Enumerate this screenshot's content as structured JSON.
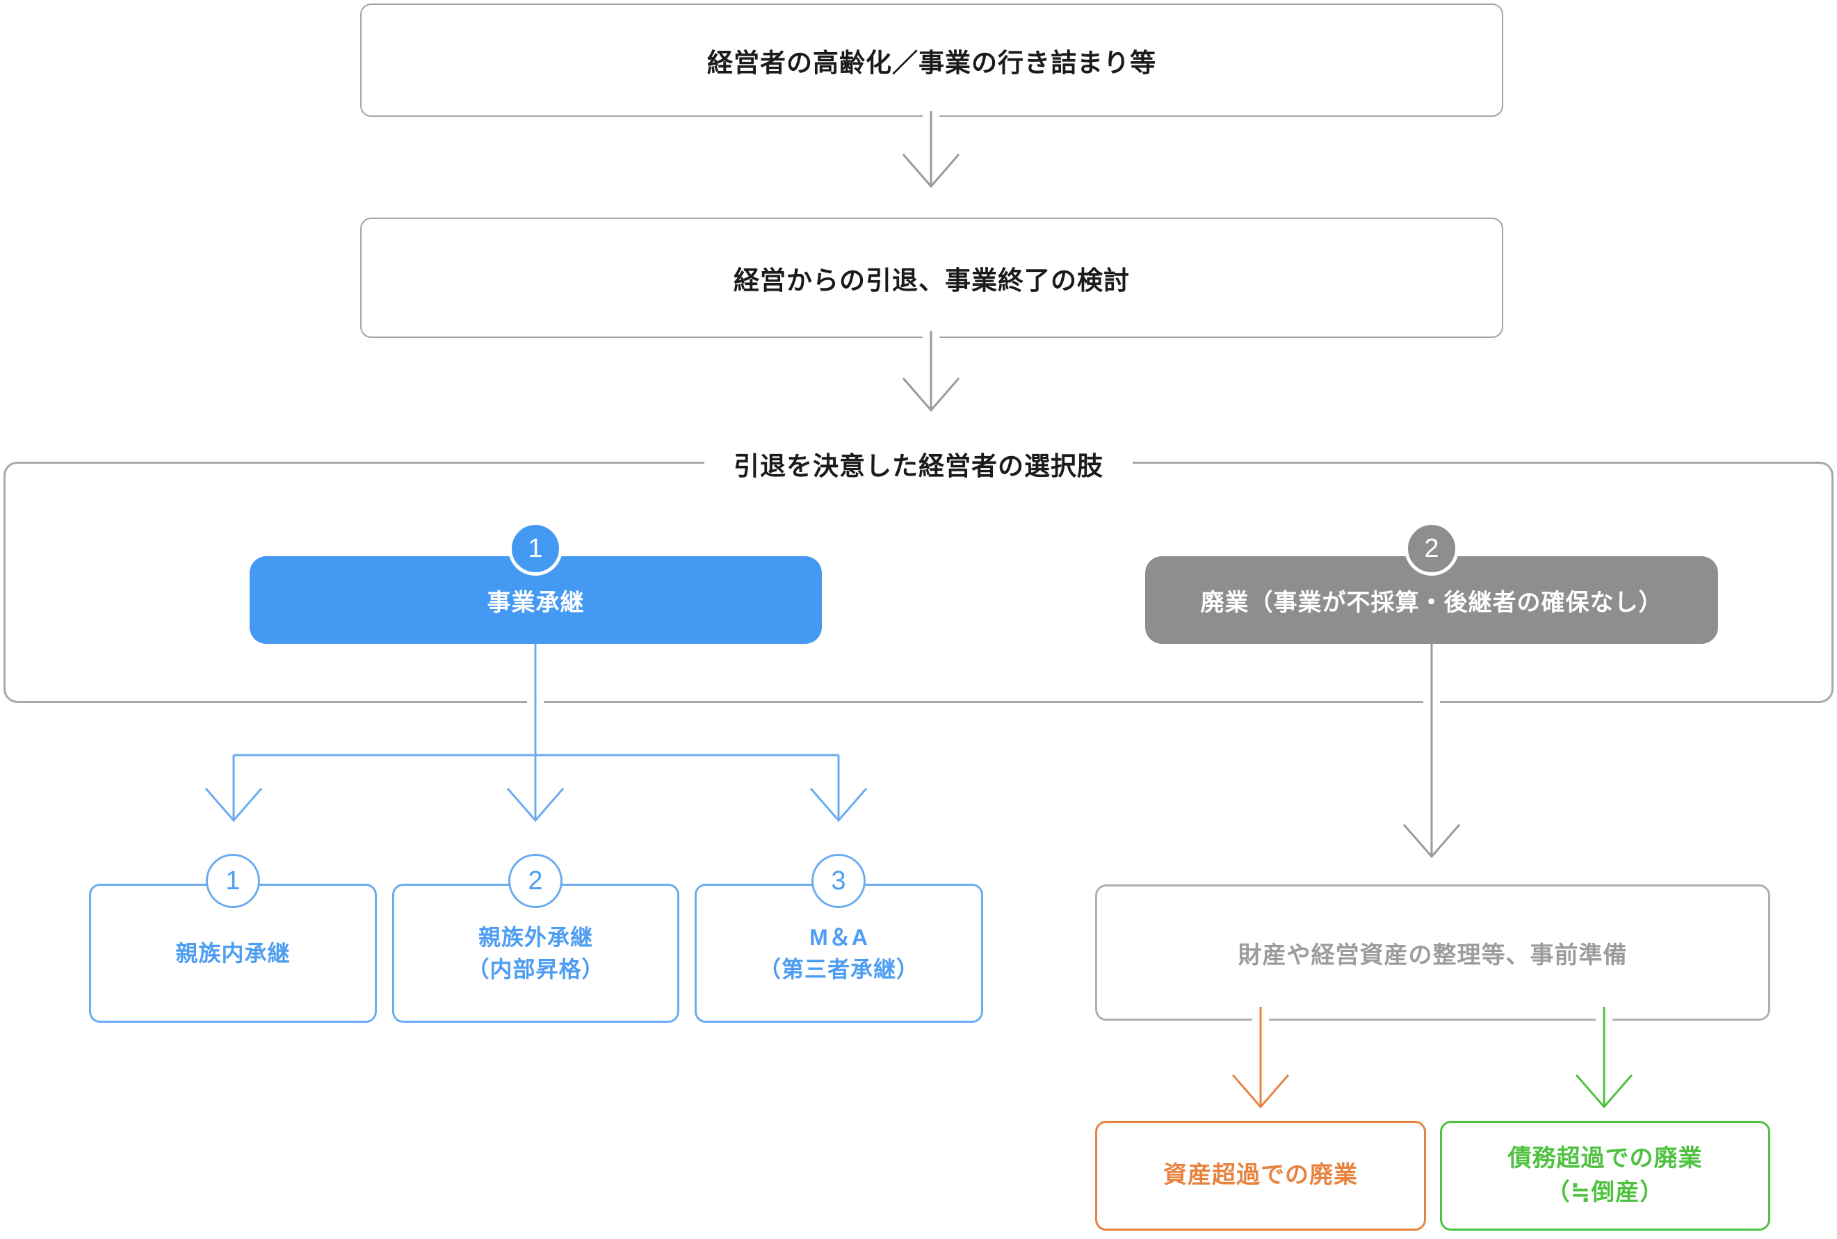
{
  "palette": {
    "blue": "#4499F3",
    "blue_connector": "#6BACF0",
    "blue_text": "#4D9DF2",
    "gray_fill": "#8E8E8E",
    "gray_line": "#9A9A9A",
    "border_gray": "#A5A5A5",
    "muted_text": "#9C9C9C",
    "orange": "#E8833F",
    "green": "#4EC13F"
  },
  "flow": {
    "trigger_box": {
      "label": "経営者の高齢化／事業の行き詰まり等"
    },
    "consideration_box": {
      "label": "経営からの引退、事業終了の検討"
    },
    "options_section": {
      "title": "引退を決意した経営者の選択肢",
      "option1": {
        "badge": "1",
        "label": "事業承継"
      },
      "option2": {
        "badge": "2",
        "label": "廃業（事業が不採算・後継者の確保なし）"
      }
    },
    "succession_paths": [
      {
        "badge": "1",
        "label": "親族内承継"
      },
      {
        "badge": "2",
        "label": "親族外承継\n（内部昇格）"
      },
      {
        "badge": "3",
        "label": "M＆A\n（第三者承継）"
      }
    ],
    "closure_path": {
      "preparation_box": {
        "label": "財産や経営資産の整理等、事前準備"
      },
      "outcomes": [
        {
          "label": "資産超過での廃業"
        },
        {
          "label": "債務超過での廃業\n（≒倒産）"
        }
      ]
    }
  }
}
